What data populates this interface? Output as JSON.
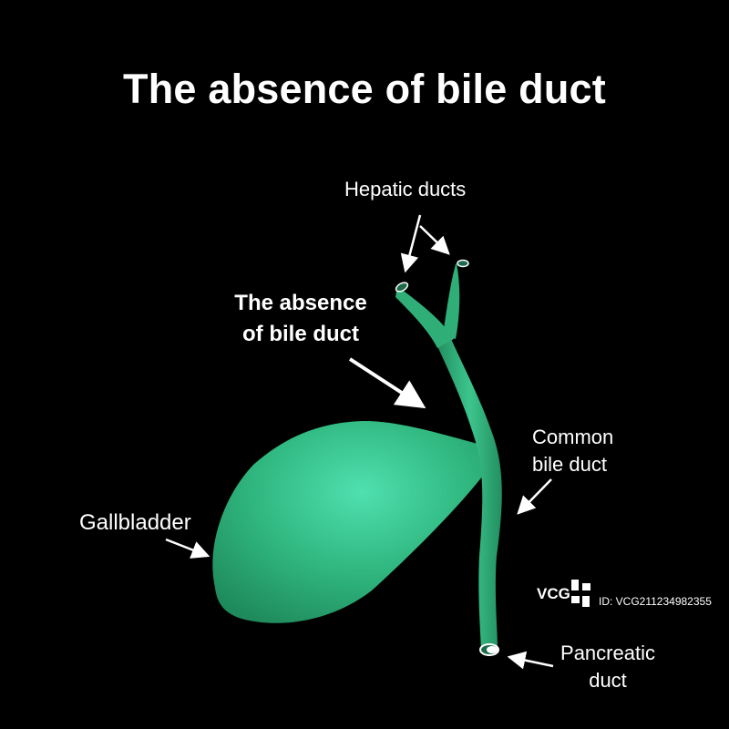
{
  "title": "The absence of bile duct",
  "labels": {
    "hepatic_ducts": "Hepatic ducts",
    "absence_line1": "The absence",
    "absence_line2": "of bile duct",
    "common_line1": "Common",
    "common_line2": "bile duct",
    "gallbladder": "Gallbladder",
    "pancreatic_line1": "Pancreatic",
    "pancreatic_line2": "duct"
  },
  "watermark": {
    "logo": "VCG",
    "id": "ID: VCG211234982355"
  },
  "colors": {
    "background": "#000000",
    "organ_light": "#4fe0b0",
    "organ_dark": "#1f8a5c",
    "text": "#ffffff"
  }
}
